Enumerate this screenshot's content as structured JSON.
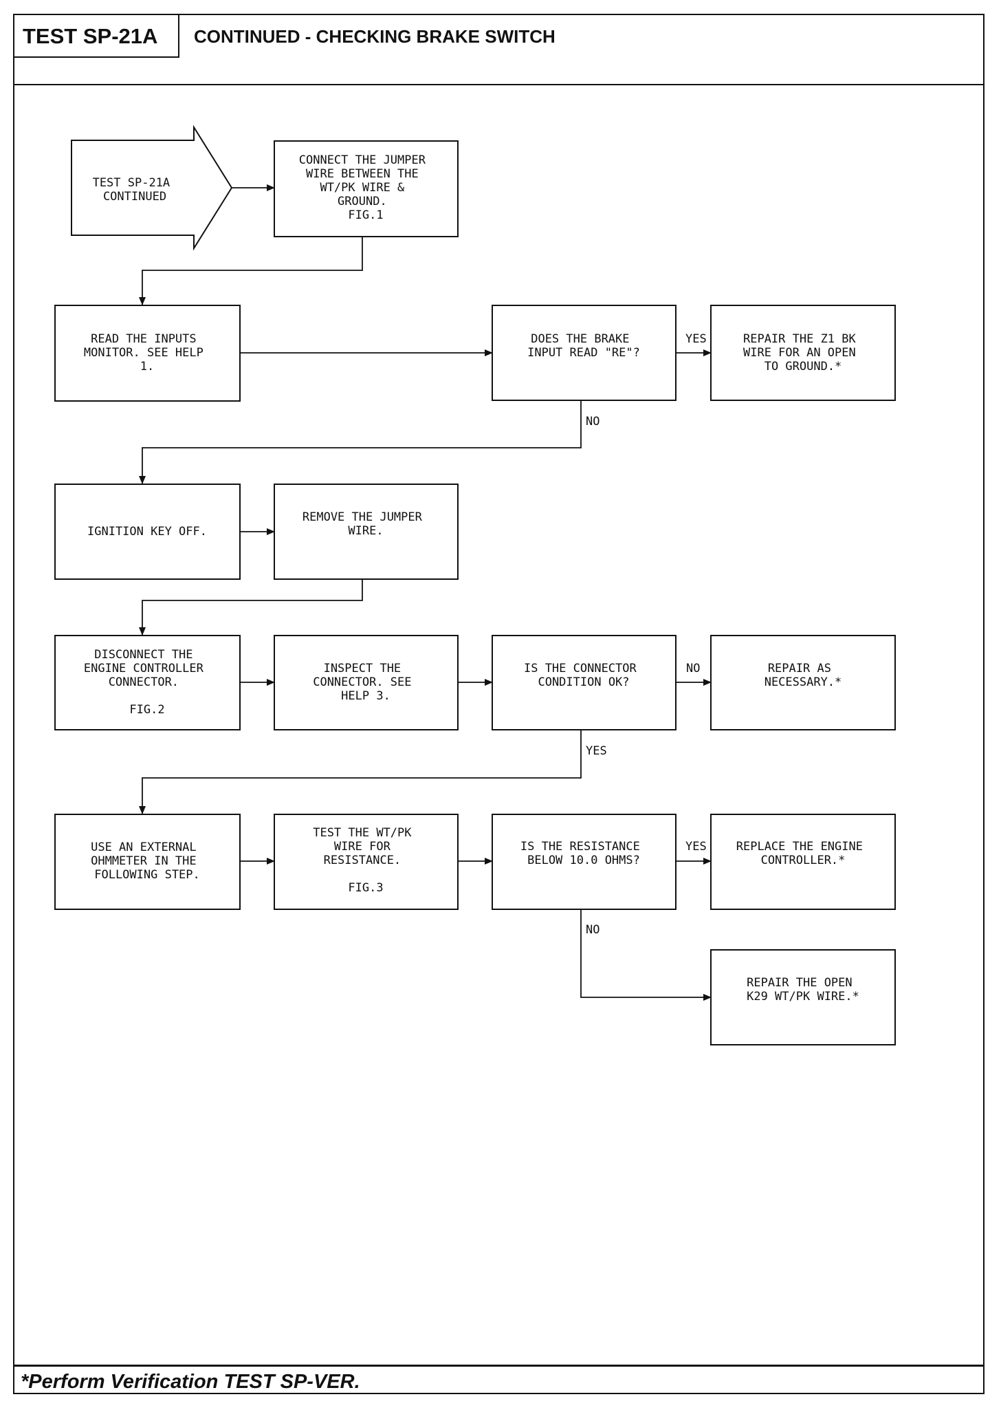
{
  "header": {
    "test_id": "TEST SP-21A",
    "title": "CONTINUED - CHECKING BRAKE SWITCH"
  },
  "footer": {
    "note": "*Perform Verification TEST SP-VER."
  },
  "flowchart": {
    "start": [
      "TEST SP-21A",
      "CONTINUED"
    ],
    "nodes": {
      "connect_jumper": [
        "CONNECT THE JUMPER",
        "WIRE BETWEEN THE",
        "WT/PK WIRE &",
        "GROUND.",
        "FIG.1"
      ],
      "read_inputs": [
        "READ THE INPUTS",
        "MONITOR. SEE HELP",
        "1."
      ],
      "brake_input_q": [
        "DOES THE BRAKE",
        "INPUT READ \"RE\"?"
      ],
      "repair_z1": [
        "REPAIR THE Z1 BK",
        "WIRE FOR AN OPEN",
        "TO GROUND.*"
      ],
      "ignition_off": [
        "IGNITION KEY OFF."
      ],
      "remove_jumper": [
        "REMOVE THE JUMPER",
        "WIRE."
      ],
      "disconnect": [
        "DISCONNECT THE",
        "ENGINE CONTROLLER",
        "CONNECTOR.",
        "",
        "FIG.2"
      ],
      "inspect": [
        "INSPECT THE",
        "CONNECTOR. SEE",
        "HELP 3."
      ],
      "connector_q": [
        "IS THE CONNECTOR",
        "CONDITION OK?"
      ],
      "repair_necessary": [
        "REPAIR AS",
        "NECESSARY.*"
      ],
      "ohmmeter": [
        "USE AN EXTERNAL",
        "OHMMETER IN THE",
        "FOLLOWING STEP."
      ],
      "test_wire": [
        "TEST THE WT/PK",
        "WIRE FOR",
        "RESISTANCE.",
        "",
        "FIG.3"
      ],
      "resistance_q": [
        "IS THE RESISTANCE",
        "BELOW 10.0 OHMS?"
      ],
      "replace_controller": [
        "REPLACE THE ENGINE",
        "CONTROLLER.*"
      ],
      "repair_open": [
        "REPAIR THE OPEN",
        "K29 WT/PK WIRE.*"
      ]
    },
    "edge_labels": {
      "brake_yes": "YES",
      "brake_no": "NO",
      "connector_no": "NO",
      "connector_yes": "YES",
      "resistance_yes": "YES",
      "resistance_no": "NO"
    }
  }
}
